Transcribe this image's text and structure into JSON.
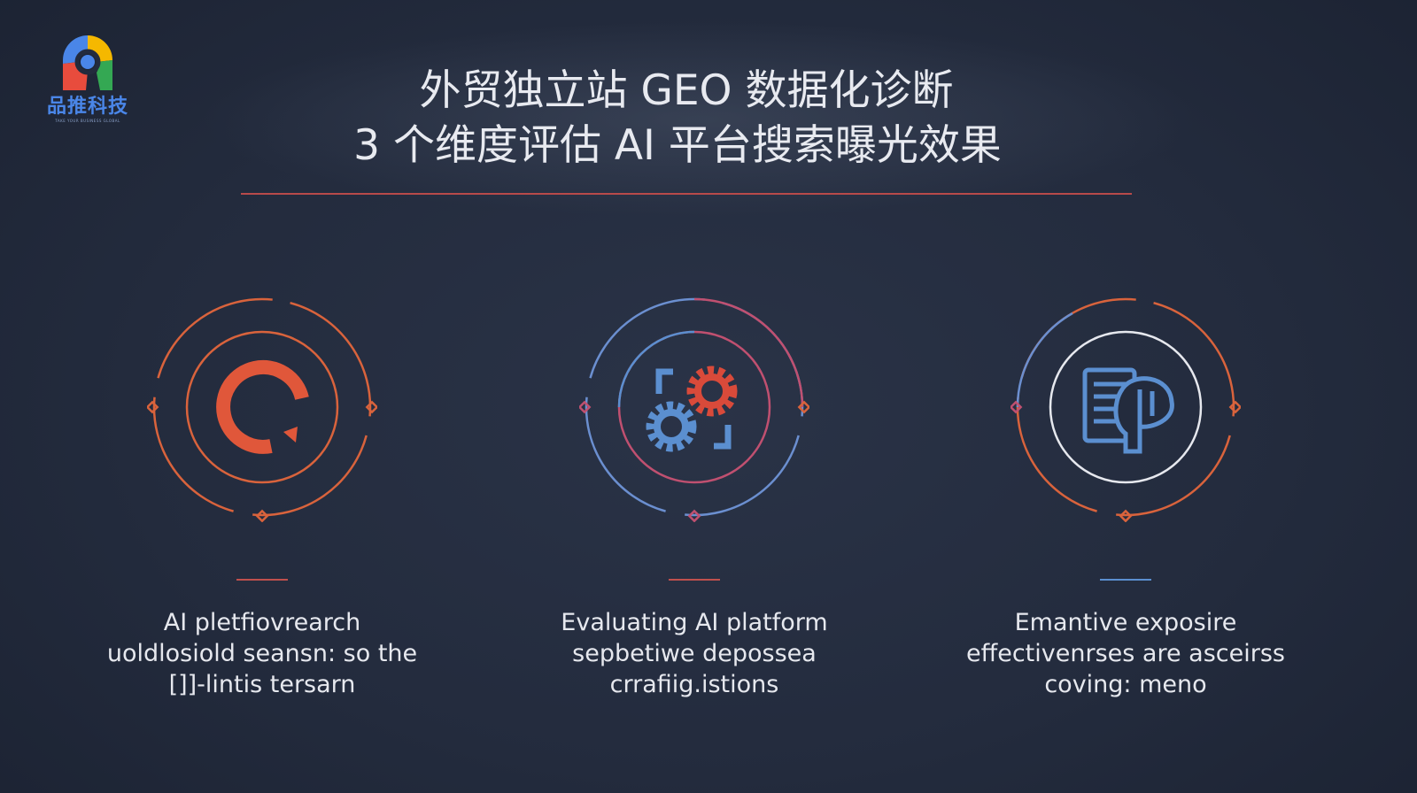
{
  "logo": {
    "name_cn": "品推科技",
    "tagline": "TAKE YOUR BUSINESS GLOBAL"
  },
  "title": {
    "line1": "外贸独立站 GEO 数据化诊断",
    "line2": "3 个维度评估 AI 平台搜索曝光效果"
  },
  "colors": {
    "background": "#232b3d",
    "accent_red": "#d9573a",
    "accent_blue": "#5b8fd0",
    "rule": "#b84a4a"
  },
  "cards": [
    {
      "icon": "refresh-arrow-icon",
      "lines": [
        "AI pletfiovrearch",
        "uoldlosiold seansn: so the",
        "[]]-lintis tersarn"
      ]
    },
    {
      "icon": "gears-icon",
      "lines": [
        "Evaluating AI platform",
        "sepbetiwe depossea",
        "crrafiig.istions"
      ]
    },
    {
      "icon": "document-brain-icon",
      "lines": [
        "Emantive exposire",
        "effectivenrses are asceirss",
        "coving: meno"
      ]
    }
  ]
}
